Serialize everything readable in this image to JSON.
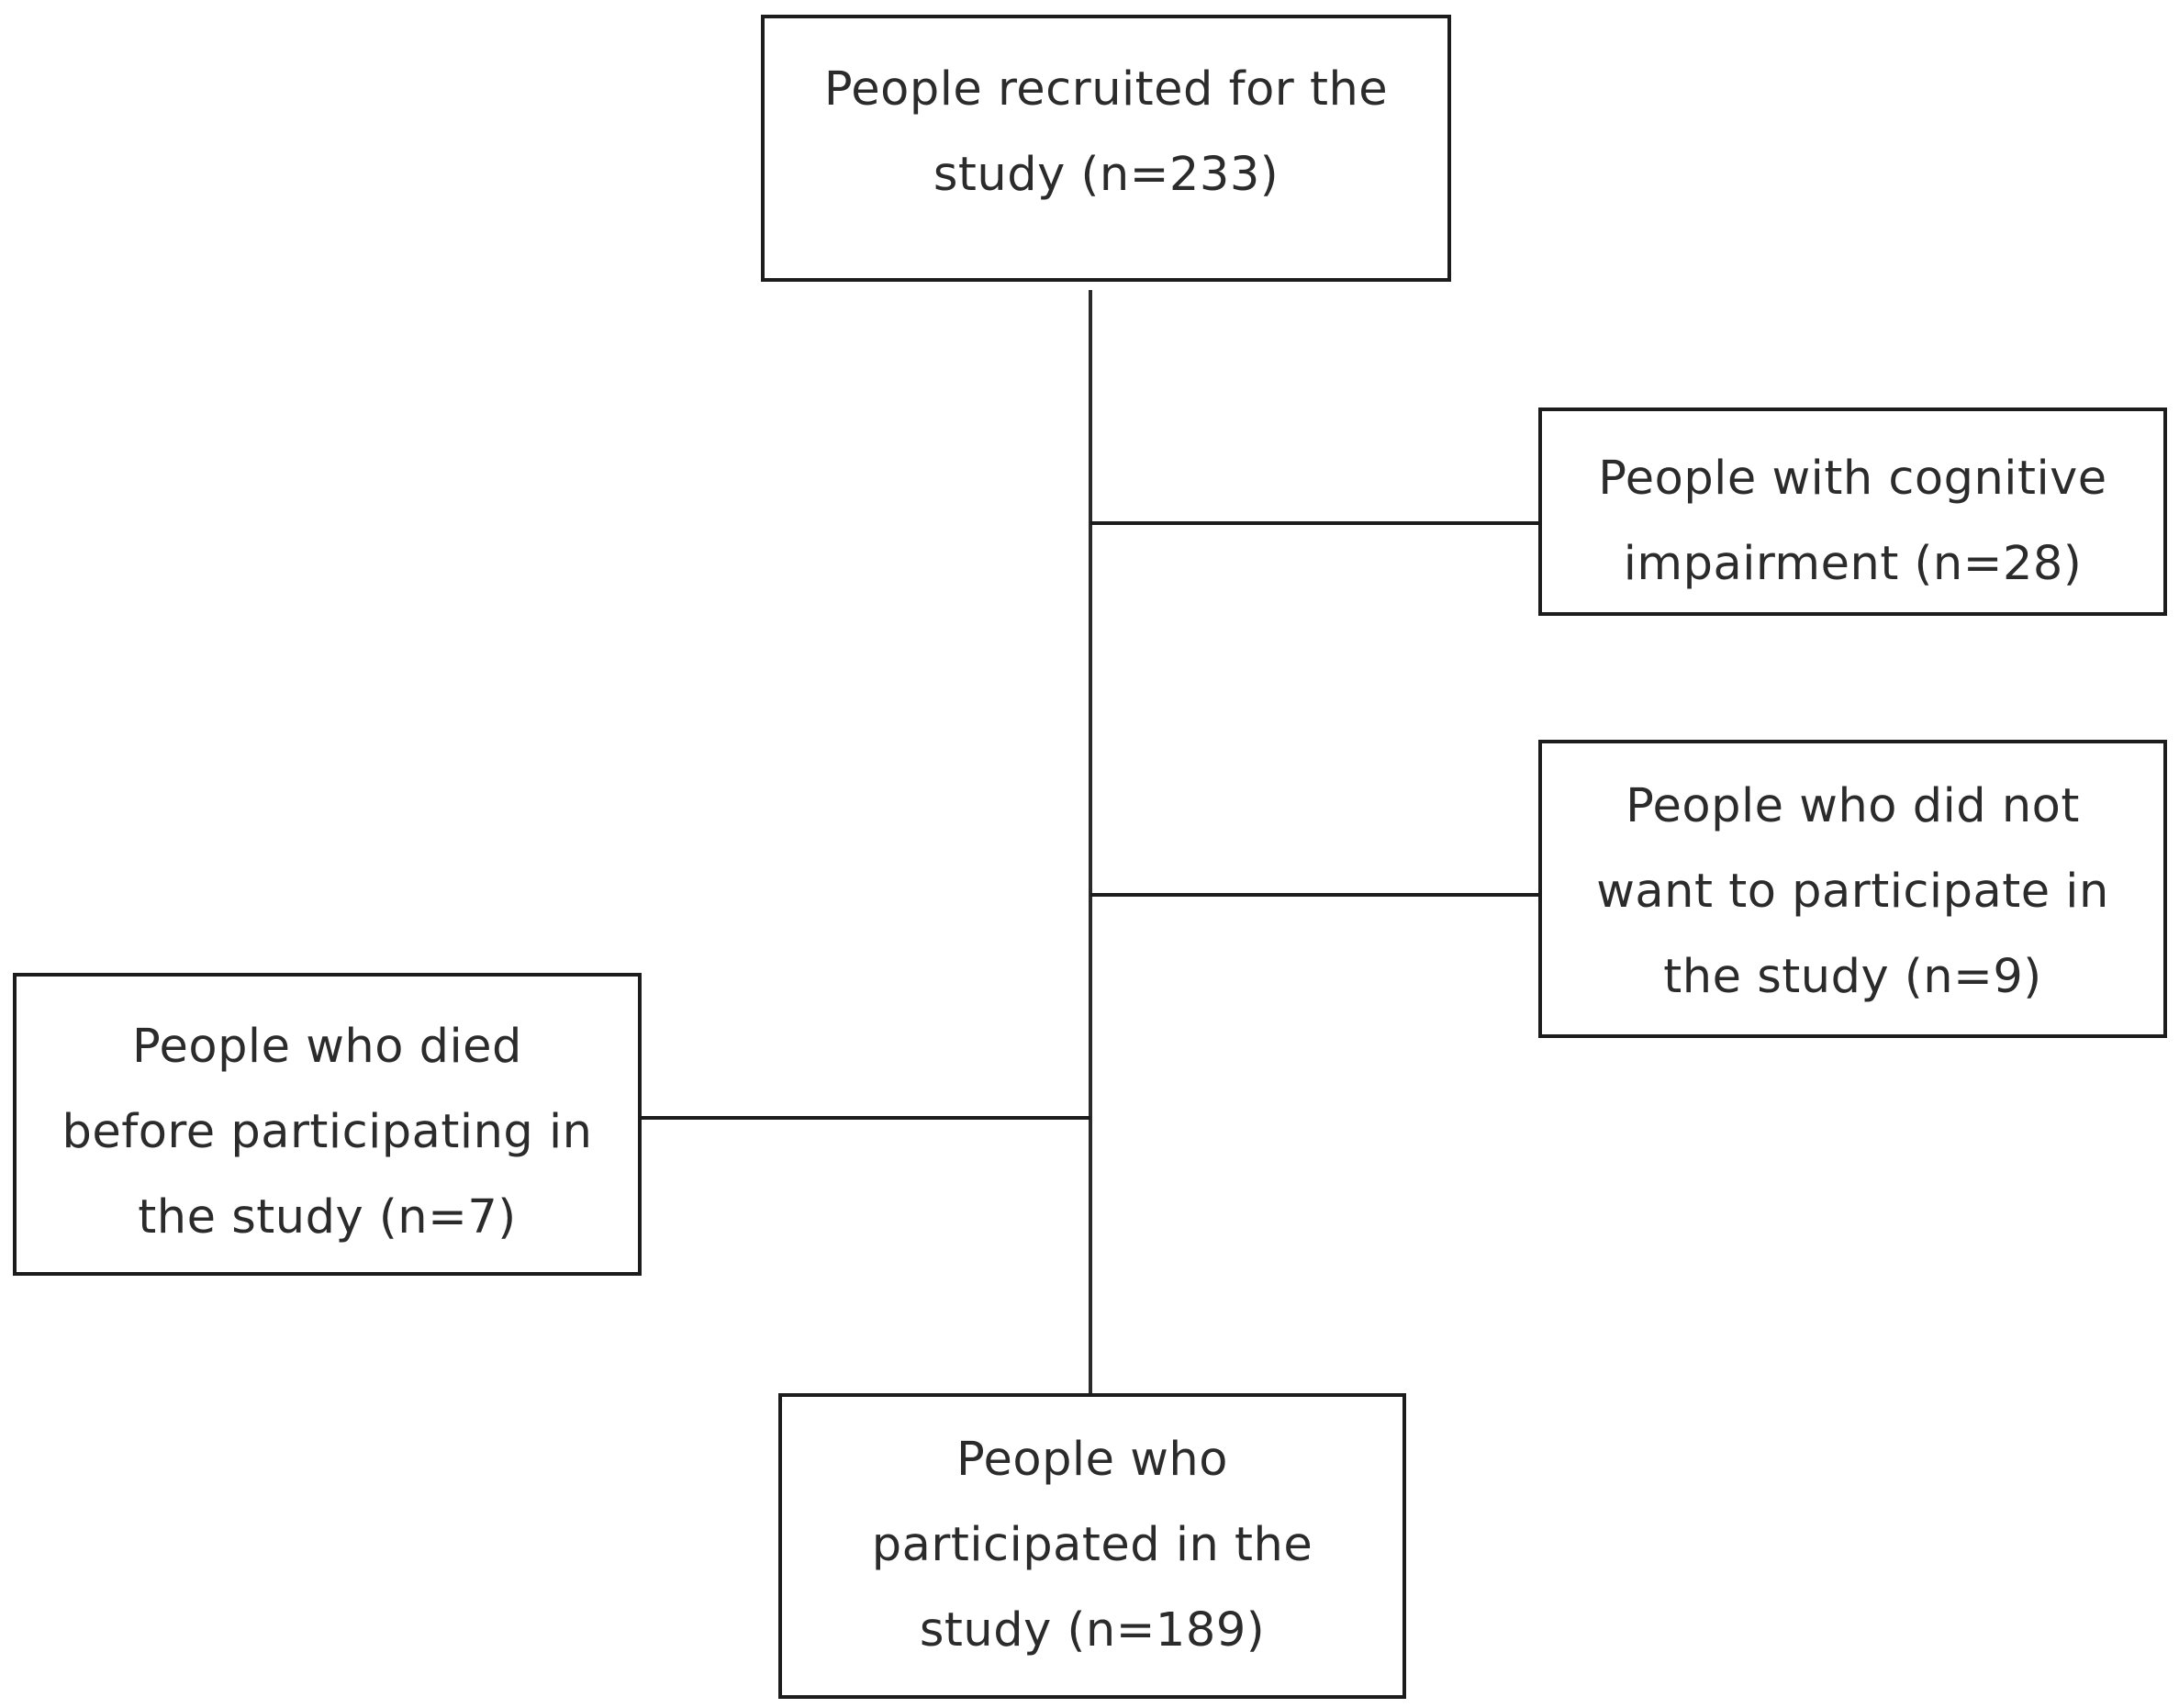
{
  "flowchart": {
    "recruited": {
      "text": "People recruited for the\nstudy (n=233)"
    },
    "cognitive_impairment": {
      "text": "People with cognitive\nimpairment (n=28)"
    },
    "did_not_want": {
      "text": "People who did not\nwant to participate in\nthe study (n=9)"
    },
    "died": {
      "text": "People who died\nbefore participating in\nthe study (n=7)"
    },
    "participated": {
      "text": "People who\nparticipated in the\nstudy (n=189)"
    }
  },
  "colors": {
    "border": "#1c1c1c",
    "text": "#2b2b2b",
    "background": "#ffffff"
  }
}
